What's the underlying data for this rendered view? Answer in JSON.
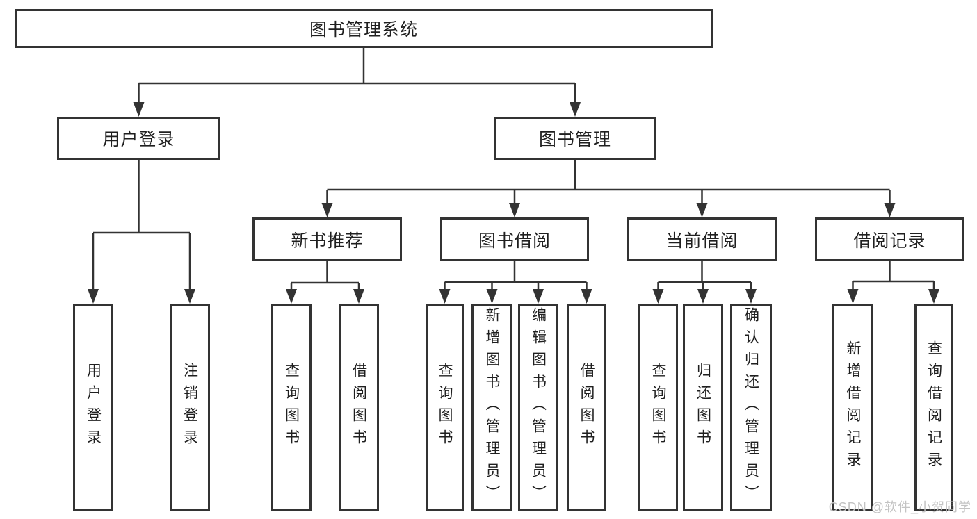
{
  "diagram": {
    "type": "tree",
    "root": {
      "label": "图书管理系统"
    },
    "level2": [
      {
        "label": "用户登录",
        "parent": "图书管理系统"
      },
      {
        "label": "图书管理",
        "parent": "图书管理系统"
      }
    ],
    "level3": [
      {
        "label": "新书推荐",
        "parent": "图书管理"
      },
      {
        "label": "图书借阅",
        "parent": "图书管理"
      },
      {
        "label": "当前借阅",
        "parent": "图书管理"
      },
      {
        "label": "借阅记录",
        "parent": "图书管理"
      }
    ],
    "leaves": [
      {
        "label": "用户登录",
        "parent": "用户登录"
      },
      {
        "label": "注销登录",
        "parent": "用户登录"
      },
      {
        "label": "查询图书",
        "parent": "新书推荐"
      },
      {
        "label": "借阅图书",
        "parent": "新书推荐"
      },
      {
        "label": "查询图书",
        "parent": "图书借阅"
      },
      {
        "label": "新增图书（管理员）",
        "parent": "图书借阅"
      },
      {
        "label": "编辑图书（管理员）",
        "parent": "图书借阅"
      },
      {
        "label": "借阅图书",
        "parent": "图书借阅"
      },
      {
        "label": "查询图书",
        "parent": "当前借阅"
      },
      {
        "label": "归还图书",
        "parent": "当前借阅"
      },
      {
        "label": "确认归还（管理员）",
        "parent": "当前借阅"
      },
      {
        "label": "新增借阅记录",
        "parent": "借阅记录"
      },
      {
        "label": "查询借阅记录",
        "parent": "借阅记录"
      }
    ],
    "colors": {
      "line": "#333333",
      "text": "#1f1f1f",
      "background": "#ffffff",
      "watermark": "#c3c3c3"
    }
  },
  "watermark": {
    "text": "CSDN @软件_小贺同学"
  }
}
